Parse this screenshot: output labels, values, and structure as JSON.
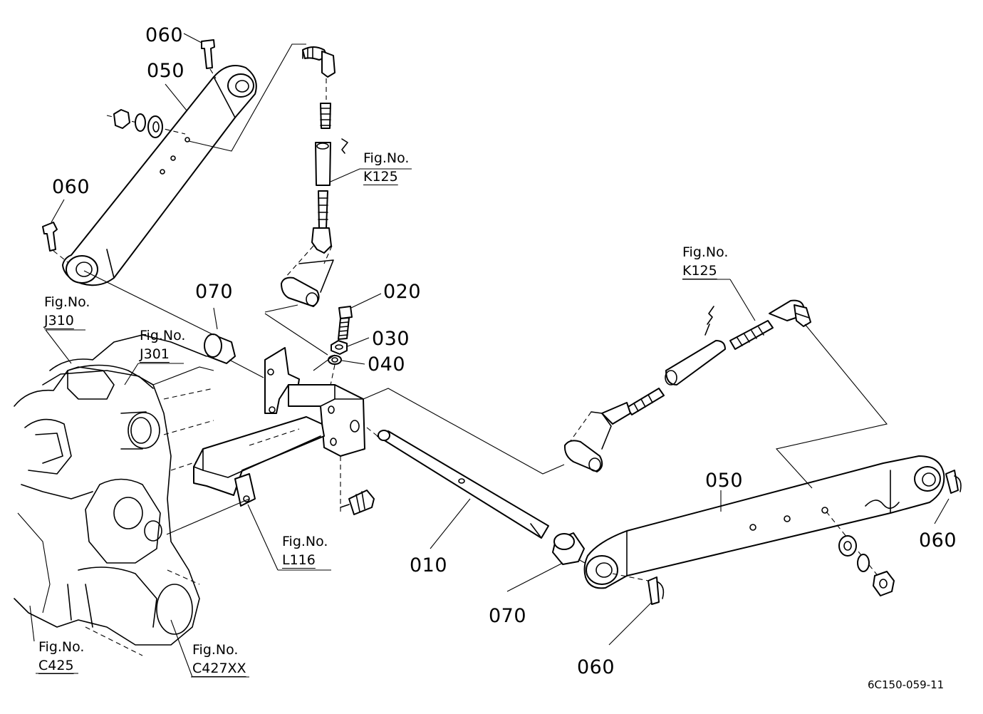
{
  "part_labels": {
    "p010": "010",
    "p020": "020",
    "p030": "030",
    "p040": "040",
    "p050_top": "050",
    "p050_right": "050",
    "p060_top": "060",
    "p060_left": "060",
    "p060_right": "060",
    "p060_bottom": "060",
    "p070_left": "070",
    "p070_bottom": "070"
  },
  "figure_refs": {
    "k125_top": {
      "fig": "Fig.No.",
      "code": "K125"
    },
    "k125_right": {
      "fig": "Fig.No.",
      "code": "K125"
    },
    "j310": {
      "fig": "Fig.No.",
      "code": "J310"
    },
    "j301": {
      "fig": "Fig.No.",
      "code": "J301"
    },
    "l116": {
      "fig": "Fig.No.",
      "code": "L116"
    },
    "c425": {
      "fig": "Fig.No.",
      "code": "C425"
    },
    "c427xx": {
      "fig": "Fig.No.",
      "code": "C427XX"
    }
  },
  "document_id": "6C150-059-11"
}
